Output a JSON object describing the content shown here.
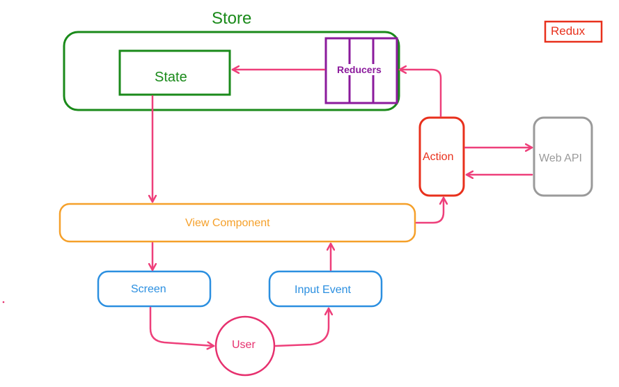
{
  "title_badge": {
    "text": "Redux"
  },
  "store": {
    "label": "Store"
  },
  "state": {
    "label": "State"
  },
  "reducers": {
    "label": "Reducers"
  },
  "action": {
    "label": "Action"
  },
  "web_api": {
    "label": "Web API"
  },
  "view_component": {
    "label": "View Component"
  },
  "screen": {
    "label": "Screen"
  },
  "input_event": {
    "label": "Input Event"
  },
  "user": {
    "label": "User"
  },
  "colors": {
    "store": "#1a8a1a",
    "reducers": "#8b1a9c",
    "action": "#e8301c",
    "web_api": "#9a9a9a",
    "view_component": "#f5a02a",
    "screen": "#2b8fe0",
    "user": "#e6306e",
    "arrow": "#ee3f7a"
  }
}
